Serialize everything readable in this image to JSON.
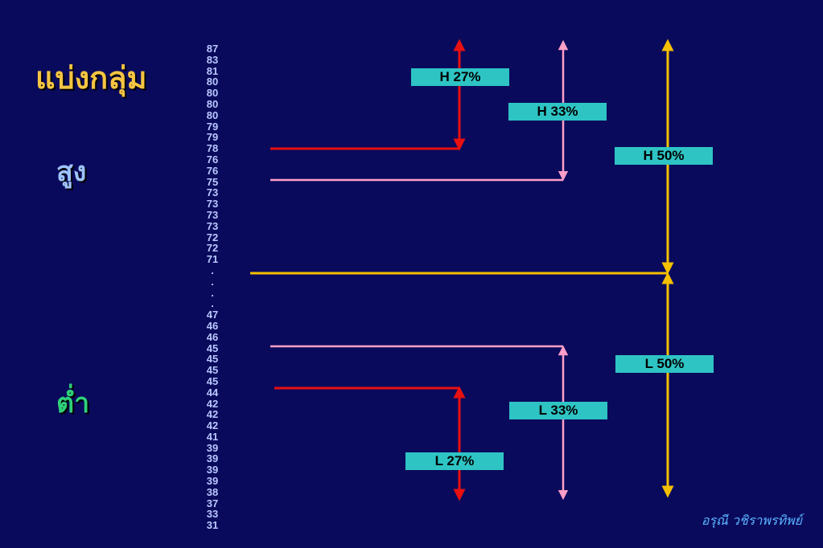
{
  "title": "แบ่งกลุ่ม",
  "group_high": "สูง",
  "group_low": "ต่ำ",
  "scores": [
    "87",
    "83",
    "81",
    "80",
    "80",
    "80",
    "80",
    "79",
    "79",
    "78",
    "76",
    "76",
    "75",
    "73",
    "73",
    "73",
    "73",
    "72",
    "72",
    "71",
    ".",
    ".",
    ".",
    ".",
    "47",
    "46",
    "46",
    "45",
    "45",
    "45",
    "45",
    "44",
    "42",
    "42",
    "42",
    "41",
    "39",
    "39",
    "39",
    "39",
    "38",
    "37",
    "33",
    "31"
  ],
  "labels": {
    "h27": "H 27%",
    "h33": "H 33%",
    "h50": "H 50%",
    "l27": "L 27%",
    "l33": "L 33%",
    "l50": "L 50%"
  },
  "credit": "อรุณี วชิราพรทิพย์",
  "colors": {
    "background": "#0a0a5c",
    "red": "#e81010",
    "pink": "#ff9ec8",
    "yellow": "#f5c000",
    "label_bg": "#2ec4c4"
  }
}
